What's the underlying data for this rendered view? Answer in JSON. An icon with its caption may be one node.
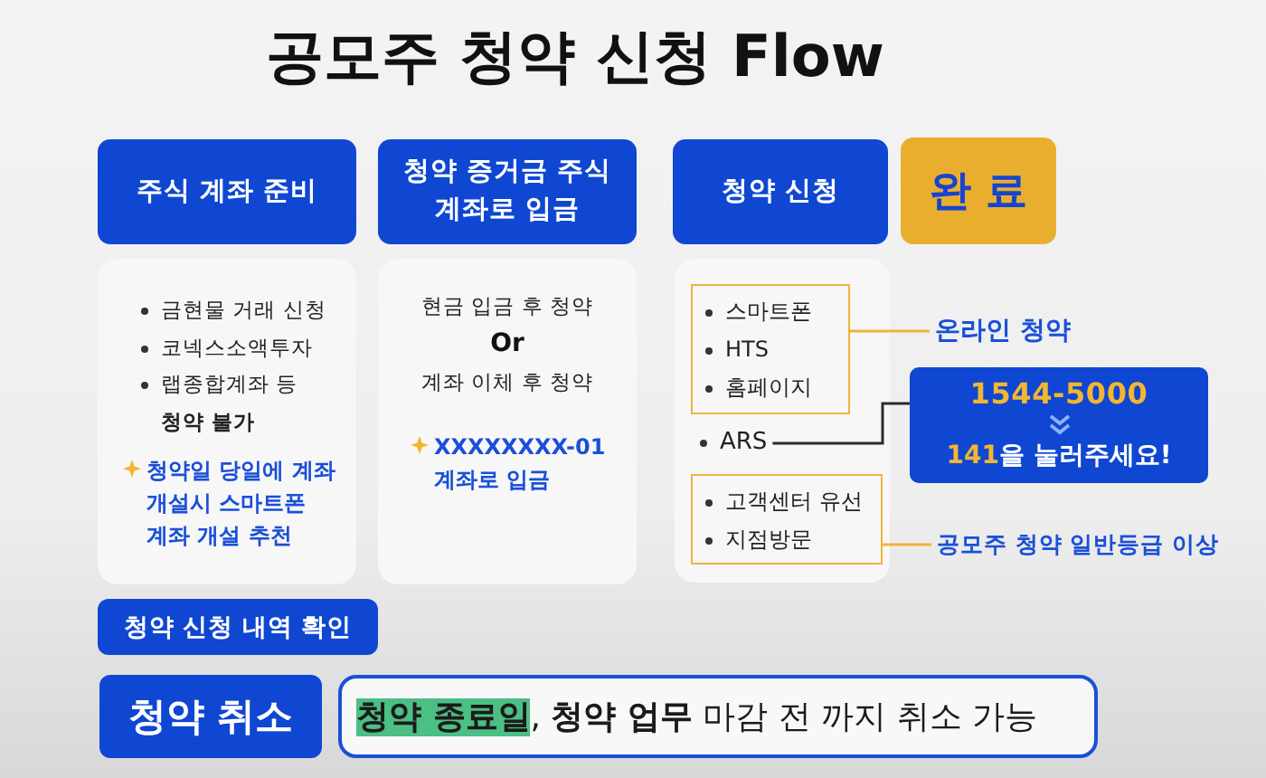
{
  "diagram": {
    "title": "공모주 청약 신청 Flow",
    "nodes": [
      {
        "text": [
          "주식 계좌 준비"
        ]
      },
      {
        "text": [
          "청약 증거금 주식 계좌로 입금"
        ]
      },
      {
        "text": [
          "청약 신청"
        ]
      },
      {
        "text": [
          "완 료"
        ]
      },
      {
        "text": [
          "금현물 거래 신청",
          "코넥스소액투자",
          "랩종합계좌 등 **청약 불가**",
          "청약일 당일에 계좌 개설시 스마트폰 계좌 개설 추천"
        ]
      },
      {
        "text": [
          "현금 입금 후 청약",
          "Or",
          "계좌 이체 후 청약",
          "XXXXXXXX-01 계좌로 입금"
        ]
      },
      {
        "text": [],
        "shape": "box"
      },
      {
        "text": [
          "스마트폰",
          "HTS",
          "홈페이지"
        ],
        "in": 6
      },
      {
        "text": [
          "온라인 청약"
        ]
      },
      {
        "text": [
          "1544-5000",
          "**141**을 눌러주세요!"
        ]
      },
      {
        "text": [
          "ARS"
        ],
        "in": 6
      },
      {
        "text": [
          "고객센터 유선",
          "지점방문"
        ],
        "in": 6
      },
      {
        "text": [
          "공모주 청약 일반등급 이상"
        ]
      },
      {
        "text": [
          "청약 신청 내역 확인"
        ]
      },
      {
        "text": [
          "청약 취소"
        ]
      },
      {
        "text": [
          "**청약 종료일**, **청약 업무** 마감 전 까지 취소 가능"
        ]
      }
    ],
    "edges": [
      {
        "from": 7,
        "to": 8,
        "arrow": "none"
      },
      {
        "from": 10,
        "to": 9,
        "arrow": "none",
        "color": "#2b2b2b"
      },
      {
        "from": 11,
        "to": 12,
        "arrow": "none"
      }
    ]
  }
}
